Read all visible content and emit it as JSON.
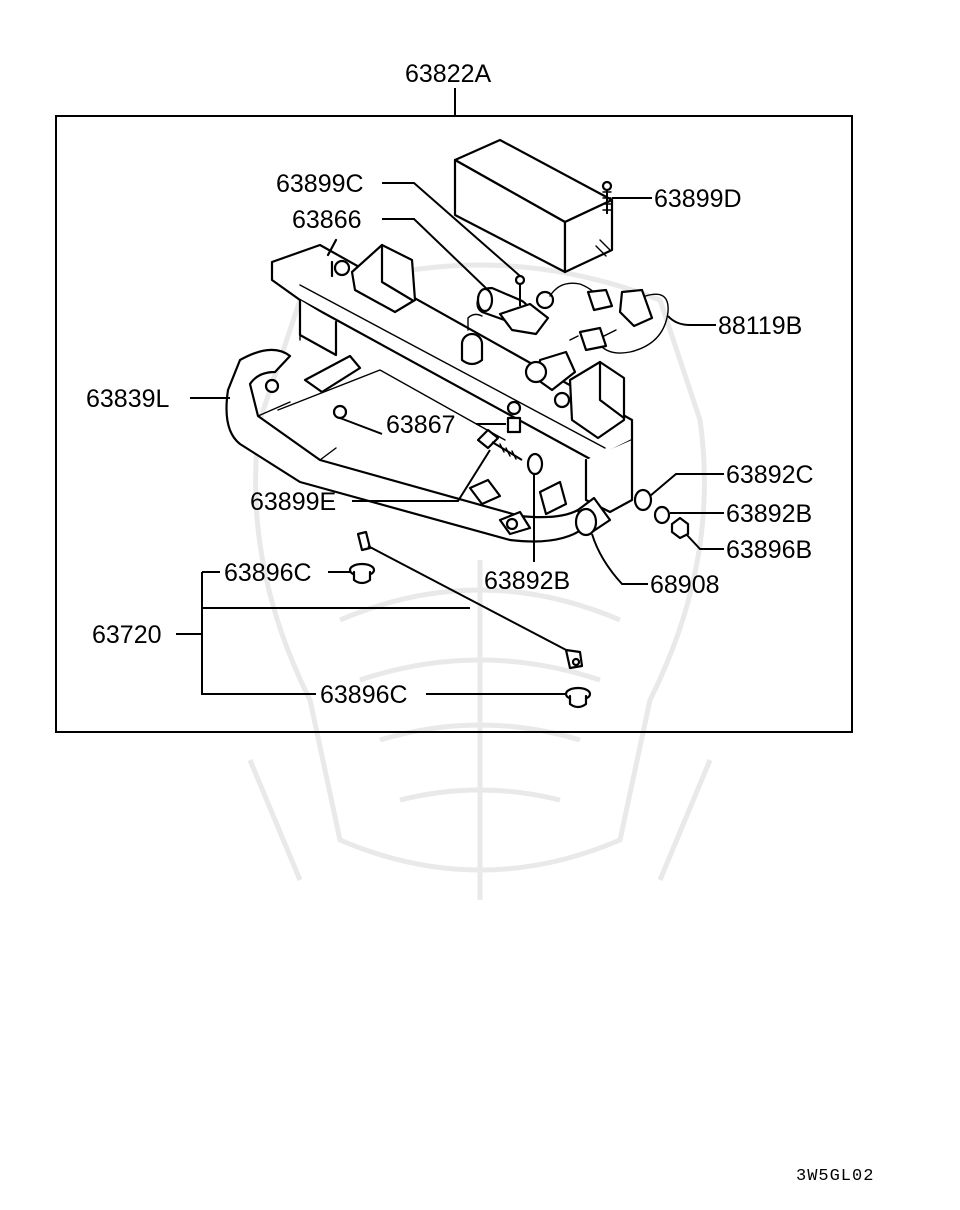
{
  "labels": {
    "assembly": "63822A",
    "bolt_top": "63899C",
    "bolt_right": "63899D",
    "filter": "63866",
    "harness": "88119B",
    "bracket_left": "63839L",
    "spacer": "63867",
    "long_bolt": "63899E",
    "washer_c": "63892C",
    "washer_b_right": "63892B",
    "nut_b": "63896B",
    "washer_b_lower": "63892B",
    "hose": "68908",
    "clip_upper": "63896C",
    "rod_assy": "63720",
    "clip_lower": "63896C"
  },
  "diagram_code": "3W5GL02"
}
